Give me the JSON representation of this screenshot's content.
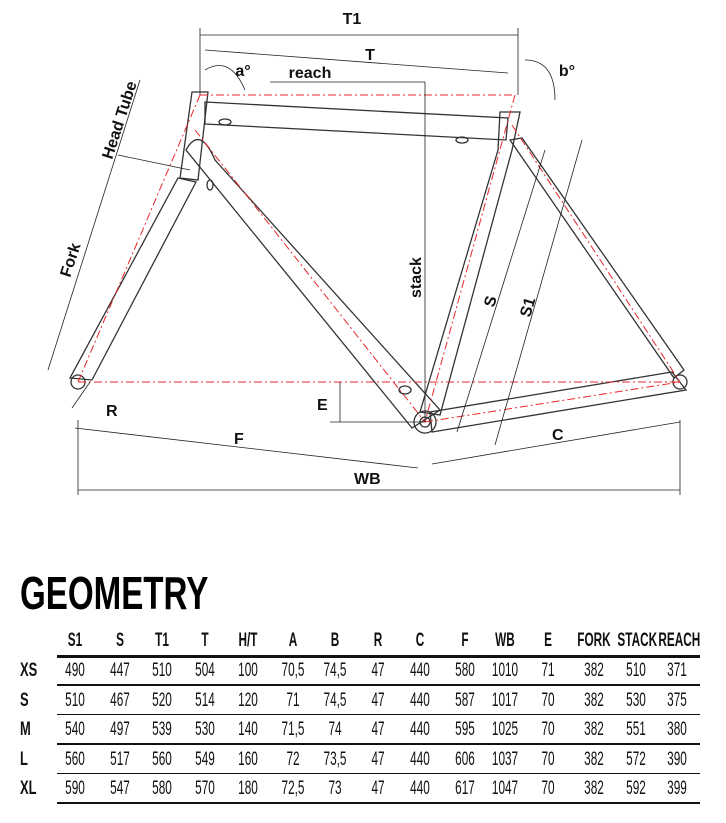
{
  "diagram": {
    "labels": {
      "t1": "T1",
      "t": "T",
      "reach": "reach",
      "a": "a°",
      "b": "b°",
      "head_tube": "Head Tube",
      "fork": "Fork",
      "stack": "stack",
      "s": "S",
      "s1": "S1",
      "r": "R",
      "e": "E",
      "f": "F",
      "c": "C",
      "wb": "WB"
    },
    "colors": {
      "frame": "#333333",
      "centerline": "#e8262a"
    }
  },
  "geometry": {
    "title": "GEOMETRY",
    "columns": [
      "S1",
      "S",
      "T1",
      "T",
      "H/T",
      "A",
      "B",
      "R",
      "C",
      "F",
      "WB",
      "E",
      "FORK",
      "STACK",
      "REACH"
    ],
    "rows": [
      {
        "size": "XS",
        "values": [
          "490",
          "447",
          "510",
          "504",
          "100",
          "70,5",
          "74,5",
          "47",
          "440",
          "580",
          "1010",
          "71",
          "382",
          "510",
          "371"
        ]
      },
      {
        "size": "S",
        "values": [
          "510",
          "467",
          "520",
          "514",
          "120",
          "71",
          "74,5",
          "47",
          "440",
          "587",
          "1017",
          "70",
          "382",
          "530",
          "375"
        ]
      },
      {
        "size": "M",
        "values": [
          "540",
          "497",
          "539",
          "530",
          "140",
          "71,5",
          "74",
          "47",
          "440",
          "595",
          "1025",
          "70",
          "382",
          "551",
          "380"
        ]
      },
      {
        "size": "L",
        "values": [
          "560",
          "517",
          "560",
          "549",
          "160",
          "72",
          "73,5",
          "47",
          "440",
          "606",
          "1037",
          "70",
          "382",
          "572",
          "390"
        ]
      },
      {
        "size": "XL",
        "values": [
          "590",
          "547",
          "580",
          "570",
          "180",
          "72,5",
          "73",
          "47",
          "440",
          "617",
          "1047",
          "70",
          "382",
          "592",
          "399"
        ]
      }
    ]
  }
}
